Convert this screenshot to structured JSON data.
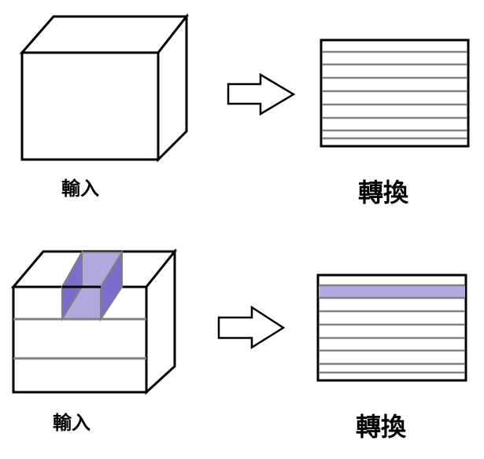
{
  "top_row": {
    "input_label": "輸入",
    "output_label": "轉換"
  },
  "bottom_row": {
    "input_label": "輸入",
    "output_label": "轉換"
  },
  "colors": {
    "stroke": "#000000",
    "slice_line": "#808080",
    "highlight_front": "#b3a9e0",
    "highlight_side": "#7c6ccc",
    "highlight_row": "#b3a9e0",
    "background": "#ffffff"
  },
  "icons": {
    "cube": "cube-icon",
    "arrow": "hollow-arrow-right-icon",
    "slices": "horizontal-slices-icon"
  }
}
